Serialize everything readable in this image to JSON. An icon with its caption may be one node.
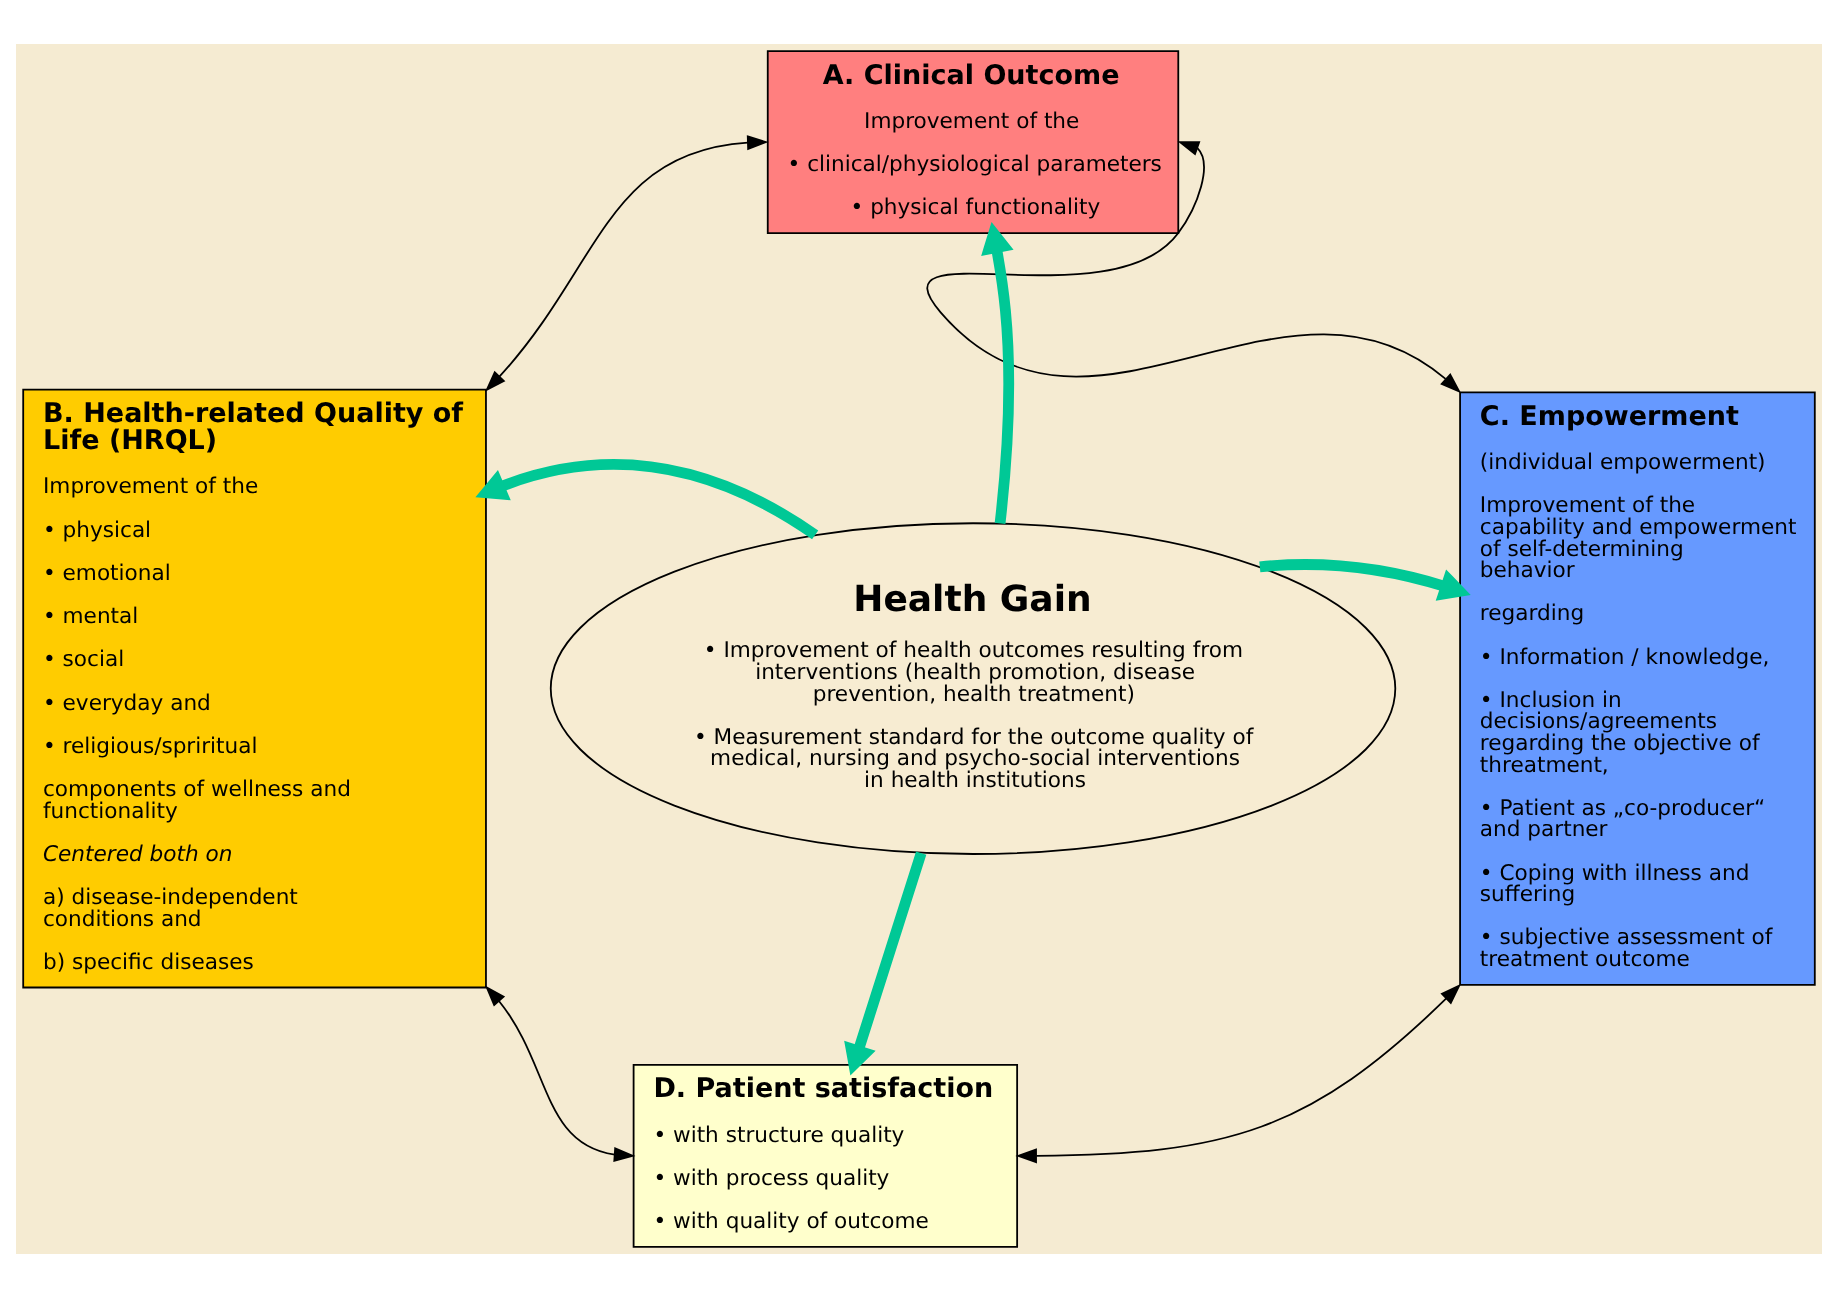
{
  "diagram": {
    "nodes": [
      {
        "text": [
          "B. Health-related Quality of Life (HRQL)",
          "Improvement of the",
          "• physical",
          "• emotional",
          "• mental",
          "• social",
          "• everyday and",
          "• religious/spriritual",
          "components of wellness and functionality",
          "Centered both on",
          "a) disease-independent conditions and",
          "b) specific diseases"
        ]
      },
      {
        "text": [
          "A. Clinical Outcome",
          "Improvement of the",
          "• clinical/physiological parameters",
          "• physical functionality"
        ]
      },
      {
        "text": [
          "C. Empowerment",
          "(individual empowerment)",
          "Improvement of the capability and empowerment of self-determining behavior",
          "regarding",
          "• Information / knowledge,",
          "• Inclusion in decisions/agreements regarding the objective of threatment,",
          "• Patient as „co-producer“ and partner",
          "• Coping with illness and suffering",
          "• subjective assessment of treatment outcome"
        ]
      },
      {
        "text": [
          "Health Gain",
          "• Improvement of health outcomes resulting from interventions (health promotion, disease prevention, health treatment)",
          "• Measurement standard for the outcome quality of medical, nursing and psycho-social interventions in health institutions"
        ]
      },
      {
        "text": [
          "D. Patient satisfaction",
          "• with structure quality",
          "• with process quality",
          "• with quality of outcome"
        ]
      }
    ],
    "edges": [
      {
        "from": 0,
        "to": 1,
        "arrow": "both"
      },
      {
        "from": 1,
        "to": 2,
        "arrow": "both"
      },
      {
        "from": 3,
        "to": 1,
        "arrow": "to",
        "style": "thick",
        "color": "#00c896"
      },
      {
        "from": 3,
        "to": 0,
        "arrow": "to",
        "style": "thick",
        "color": "#00c896"
      },
      {
        "from": 3,
        "to": 2,
        "arrow": "to",
        "style": "thick",
        "color": "#00c896"
      },
      {
        "from": 3,
        "to": 4,
        "arrow": "to",
        "style": "thick",
        "color": "#00c896"
      },
      {
        "from": 0,
        "to": 4,
        "arrow": "both"
      },
      {
        "from": 4,
        "to": 2,
        "arrow": "both"
      }
    ]
  }
}
